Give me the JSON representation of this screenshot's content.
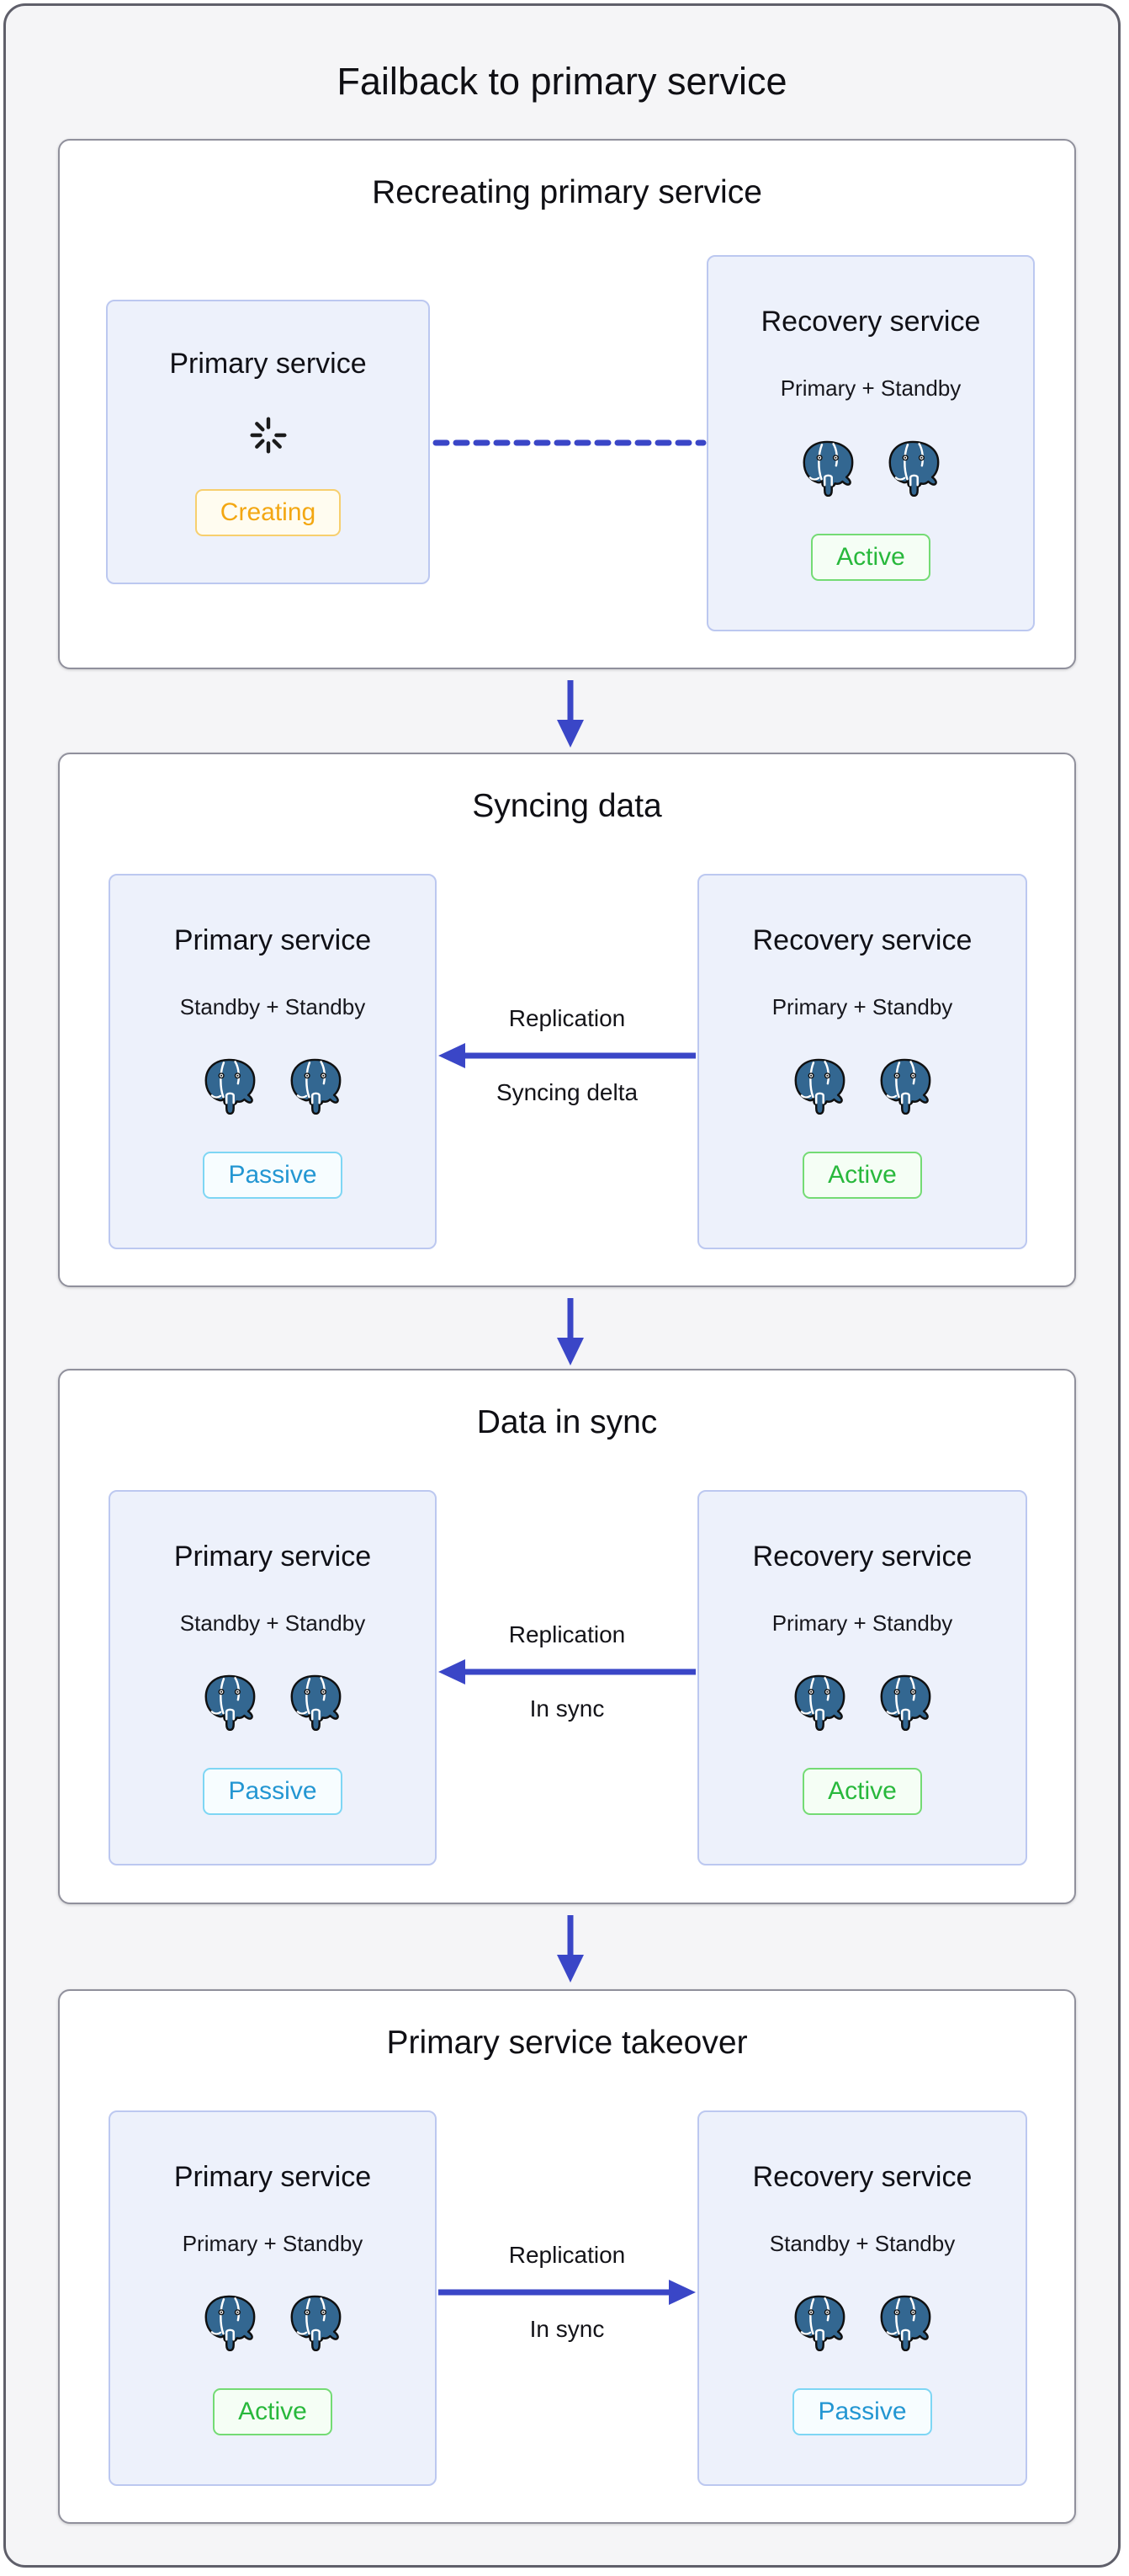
{
  "title": "Failback to primary service",
  "colors": {
    "background": "#F5F5F7",
    "stage_card_bg": "#FFFFFF",
    "stage_card_border": "#90909C",
    "service_box_bg": "#EDF1FB",
    "service_box_border": "#BCC8F0",
    "arrow": "#3A46C7",
    "postgres_blue": "#336791",
    "status_creating": "#F3A712",
    "status_active": "#28B83C",
    "status_passive": "#2396D2"
  },
  "icons": {
    "database": "postgresql-elephant-icon",
    "provisioning": "loading-spinner-icon",
    "flow": "down-arrow-icon"
  },
  "stages": [
    {
      "title": "Recreating primary service",
      "primary": {
        "title": "Primary service",
        "status": "Creating"
      },
      "recovery": {
        "title": "Recovery service",
        "subtitle": "Primary + Standby",
        "status": "Active"
      },
      "connector": {
        "style": "dashed",
        "label_top": "",
        "label_bottom": ""
      }
    },
    {
      "title": "Syncing data",
      "primary": {
        "title": "Primary service",
        "subtitle": "Standby + Standby",
        "status": "Passive"
      },
      "recovery": {
        "title": "Recovery service",
        "subtitle": "Primary + Standby",
        "status": "Active"
      },
      "connector": {
        "style": "solid-left",
        "label_top": "Replication",
        "label_bottom": "Syncing delta"
      }
    },
    {
      "title": "Data in sync",
      "primary": {
        "title": "Primary service",
        "subtitle": "Standby + Standby",
        "status": "Passive"
      },
      "recovery": {
        "title": "Recovery service",
        "subtitle": "Primary + Standby",
        "status": "Active"
      },
      "connector": {
        "style": "solid-left",
        "label_top": "Replication",
        "label_bottom": "In sync"
      }
    },
    {
      "title": "Primary service takeover",
      "primary": {
        "title": "Primary service",
        "subtitle": "Primary + Standby",
        "status": "Active"
      },
      "recovery": {
        "title": "Recovery service",
        "subtitle": "Standby + Standby",
        "status": "Passive"
      },
      "connector": {
        "style": "solid-right",
        "label_top": "Replication",
        "label_bottom": "In sync"
      }
    }
  ]
}
